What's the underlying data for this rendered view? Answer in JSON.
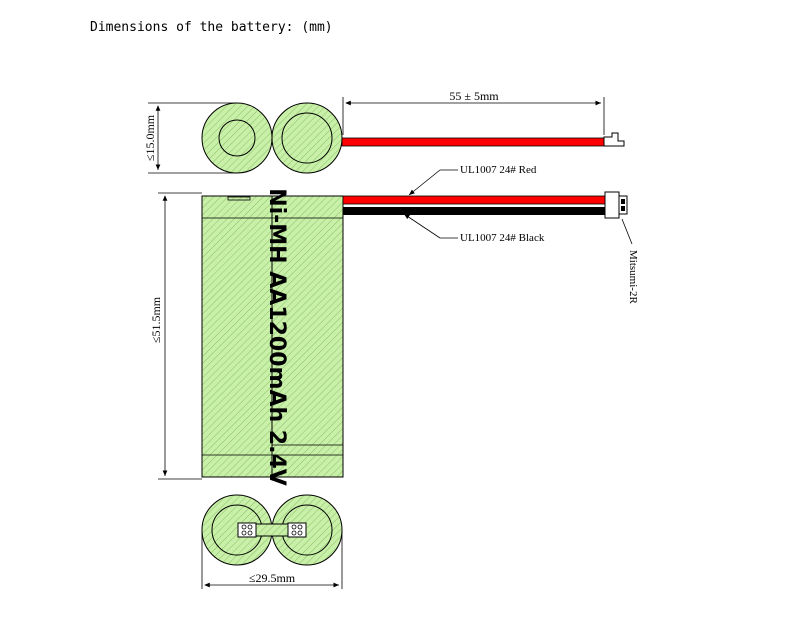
{
  "title": "Dimensions of the battery: (mm)",
  "colors": {
    "cell_fill": "#c8f0a8",
    "hatch": "#8dbf6a",
    "red_wire": "#ff0000",
    "black_wire": "#000000"
  },
  "dimensions": {
    "wire_length": "55 ± 5mm",
    "diameter": "≤15.0mm",
    "height": "≤51.5mm",
    "width": "≤29.5mm"
  },
  "labels": {
    "red_wire": "UL1007 24# Red",
    "black_wire": "UL1007 24# Black",
    "connector": "Mitsumi-2R"
  },
  "battery_text": "Ni-MH AA1200mAh 2.4V"
}
